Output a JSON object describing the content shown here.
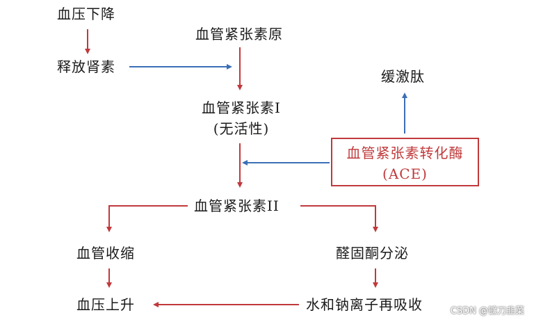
{
  "nodes": {
    "bp_drop": "血压下降",
    "renin_release": "释放肾素",
    "angiotensinogen": "血管紧张素原",
    "angiotensin_1_line1": "血管紧张素I",
    "angiotensin_1_line2": "(无活性)",
    "bradykinin": "缓激肽",
    "ace_line1": "血管紧张素转化酶",
    "ace_line2": "(ACE)",
    "angiotensin_2": "血管紧张素II",
    "vasoconstriction": "血管收缩",
    "aldosterone": "醛固酮分泌",
    "bp_rise": "血压上升",
    "water_sodium": "水和钠离子再吸收"
  },
  "watermark": "CSDN @镰刀韭菜",
  "colors": {
    "red_arrow": "#c0393b",
    "blue_arrow": "#3b6fb6",
    "text": "#1a1a1a",
    "ace_accent": "#c0393b"
  }
}
